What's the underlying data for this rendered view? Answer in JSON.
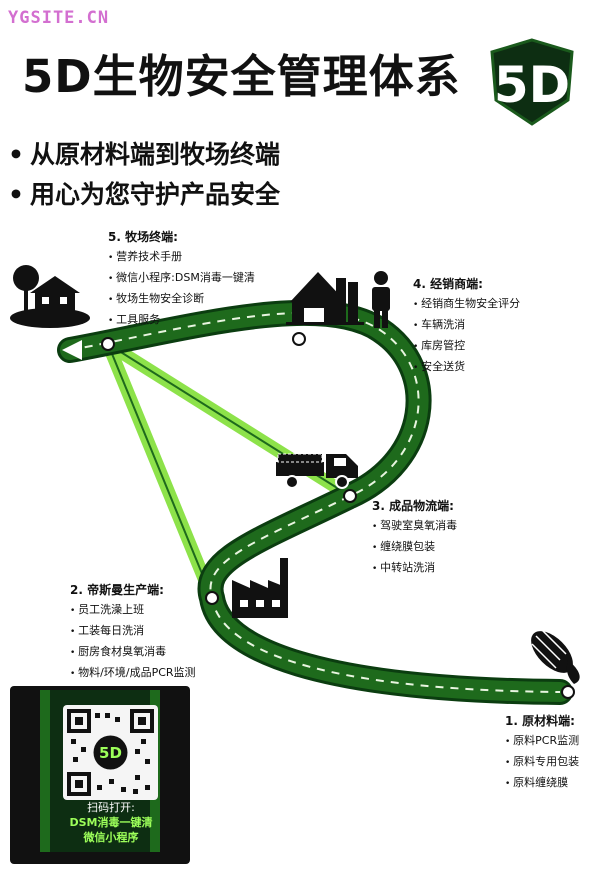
{
  "watermark": "YGSITE.CN",
  "title": "5D生物安全管理体系",
  "logo_text": "5D",
  "bullets": [
    "从原材料端到牧场终端",
    "用心为您守护产品安全"
  ],
  "stages": {
    "s5": {
      "head": "5. 牧场终端:",
      "items": [
        "营养技术手册",
        "微信小程序:DSM消毒一键清",
        "牧场生物安全诊断",
        "工具服务"
      ]
    },
    "s4": {
      "head": "4. 经销商端:",
      "items": [
        "经销商生物安全评分",
        "车辆洗消",
        "库房管控",
        "安全送货"
      ]
    },
    "s3": {
      "head": "3. 成品物流端:",
      "items": [
        "驾驶室臭氧消毒",
        "缠绕膜包装",
        "中转站洗消"
      ]
    },
    "s2": {
      "head": "2. 帝斯曼生产端:",
      "items": [
        "员工洗澡上班",
        "工装每日洗消",
        "厨房食材臭氧消毒",
        "物料/环境/成品PCR监测"
      ]
    },
    "s1": {
      "head": "1. 原材料端:",
      "items": [
        "原料PCR监测",
        "原料专用包装",
        "原料缠绕膜"
      ]
    }
  },
  "qr": {
    "line1": "扫码打开:",
    "line2": "DSM消毒一键清",
    "line3": "微信小程序",
    "center": "5D"
  },
  "colors": {
    "road": "#1e6a1c",
    "road_edge": "#0b3d10",
    "light_green": "#8de24a",
    "dark": "#111111"
  }
}
